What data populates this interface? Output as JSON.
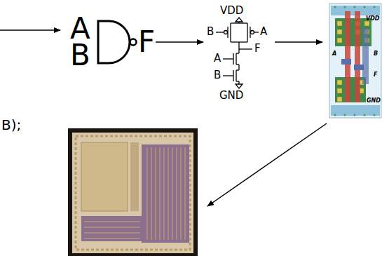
{
  "diagram": {
    "labels": [
      "B);",
      "A",
      "B",
      "F",
      "VDD",
      "B",
      "A",
      "F",
      "A",
      "B",
      "GND",
      "VDD",
      "A",
      "B",
      "F",
      "GND"
    ]
  }
}
